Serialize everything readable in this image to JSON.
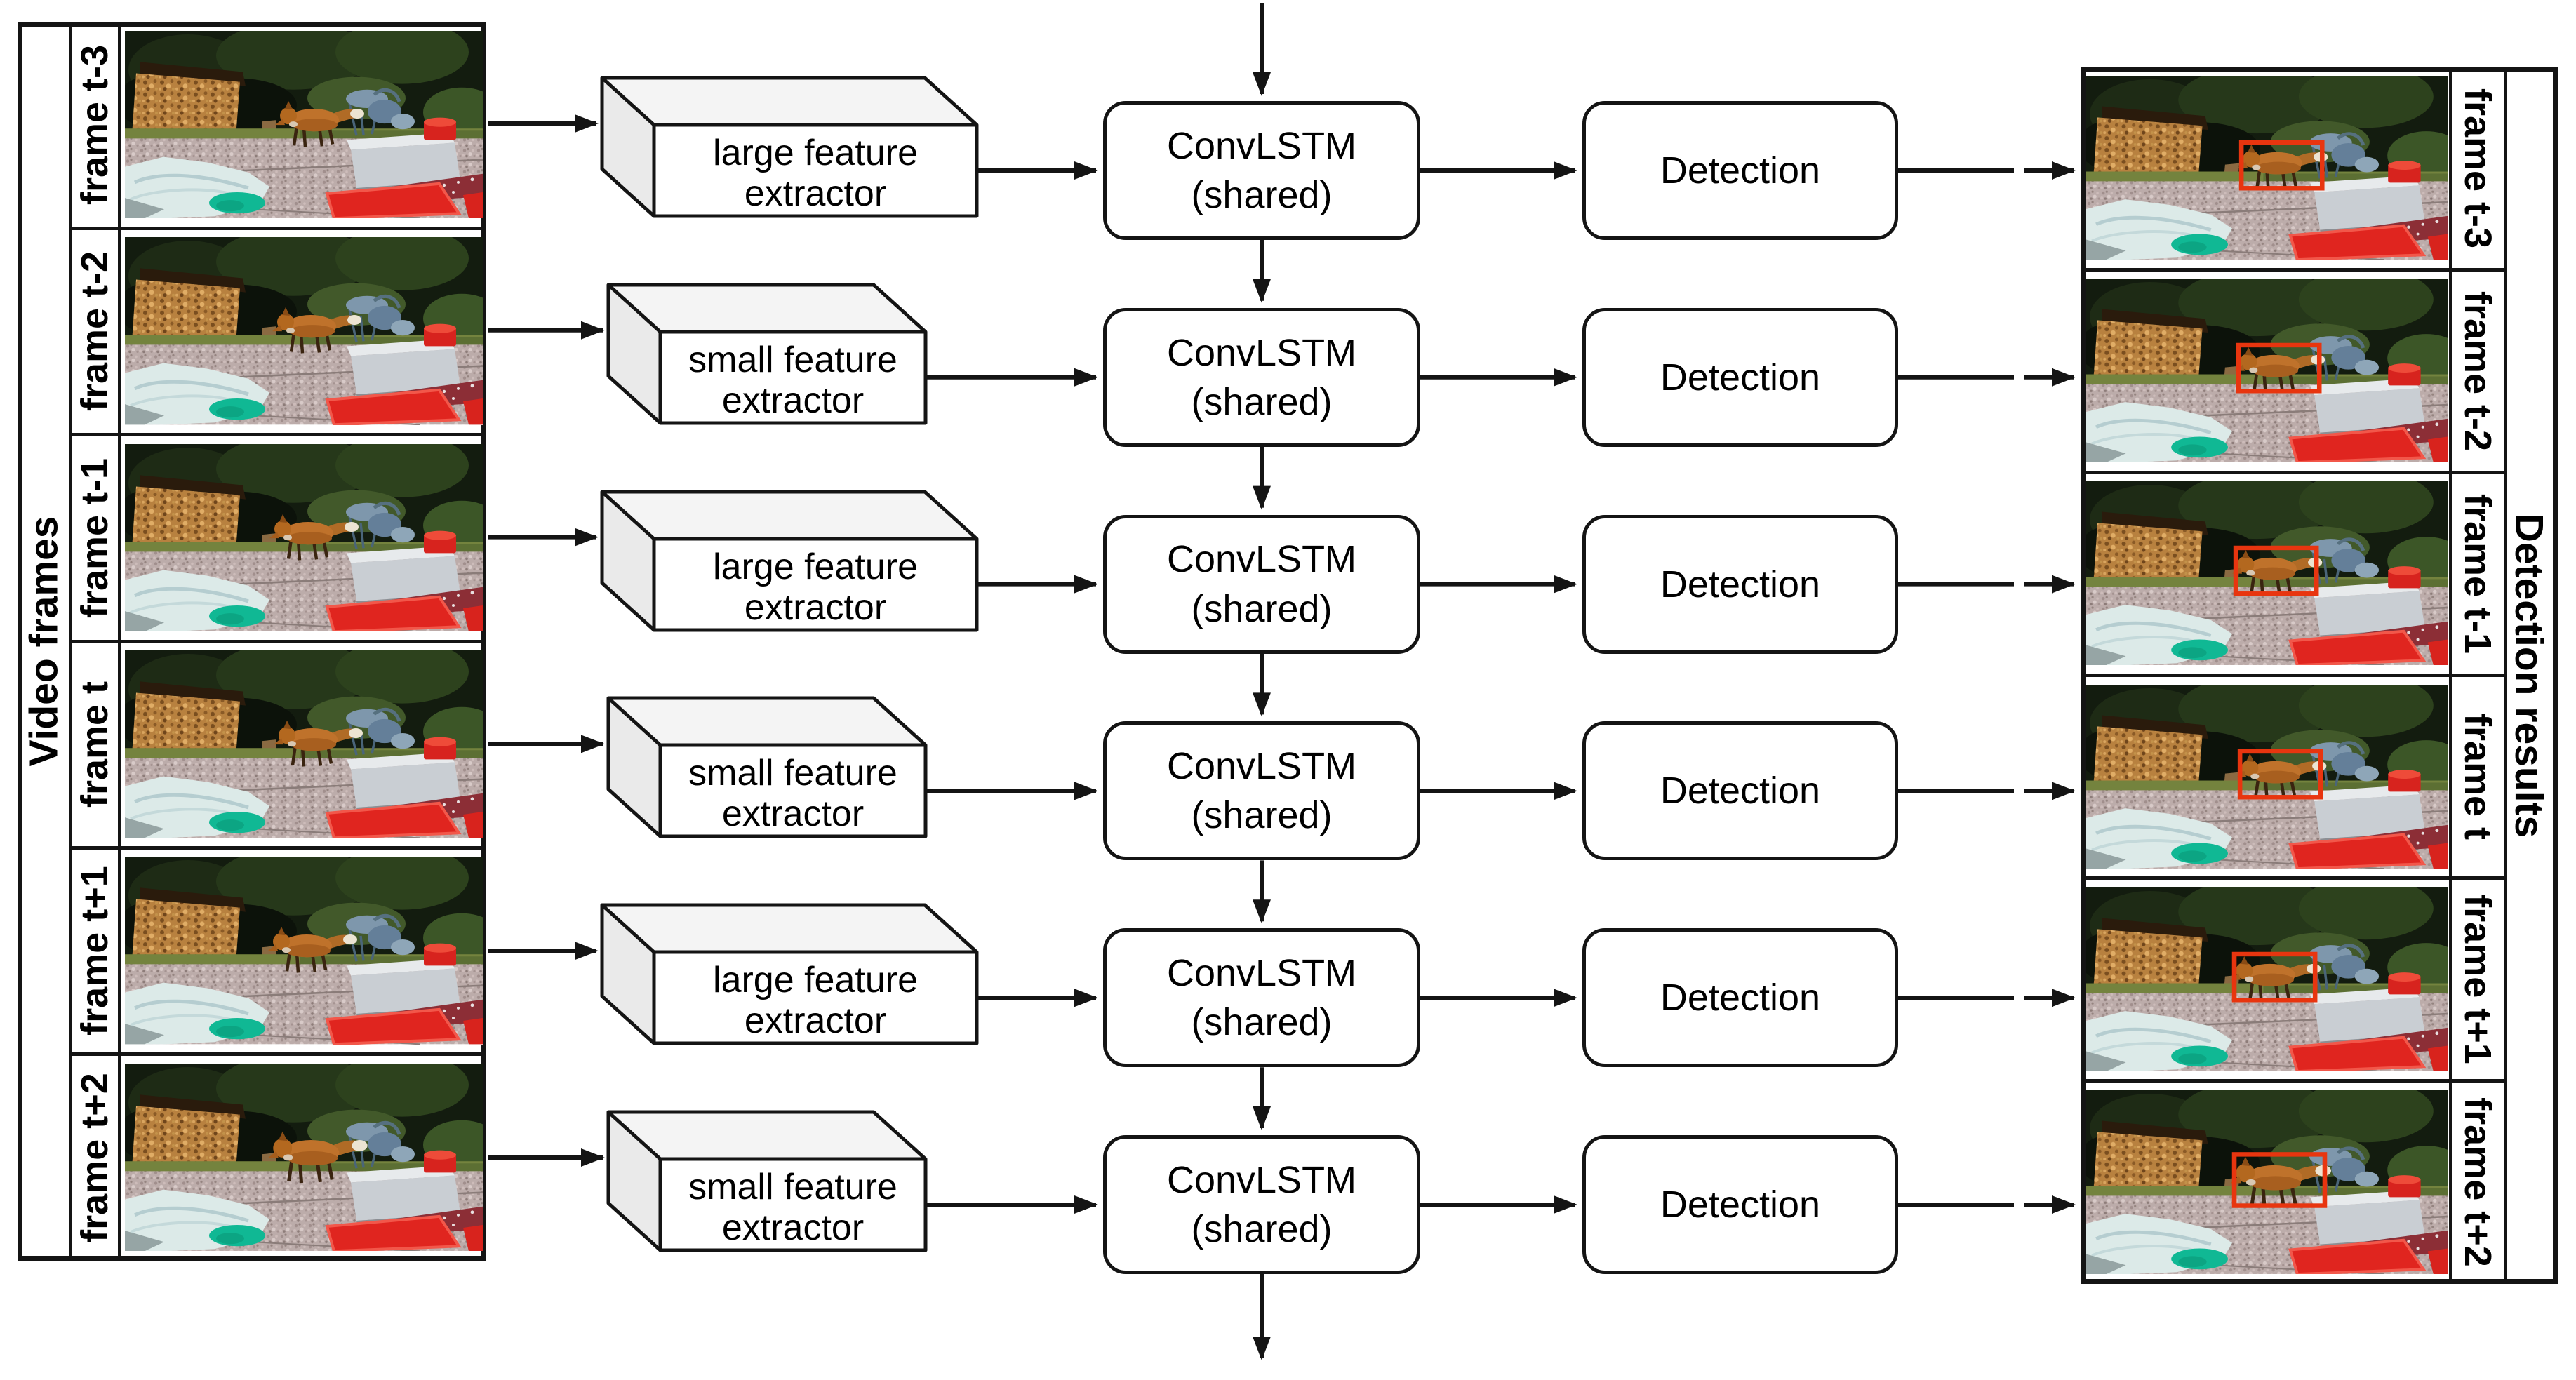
{
  "left_panel": {
    "title": "Video frames",
    "frames": [
      "frame t-3",
      "frame t-2",
      "frame t-1",
      "frame t",
      "frame t+1",
      "frame t+2"
    ]
  },
  "right_panel": {
    "title": "Detection results",
    "frames": [
      "frame t-3",
      "frame t-2",
      "frame t-1",
      "frame t",
      "frame t+1",
      "frame t+2"
    ]
  },
  "pipeline": {
    "rows": [
      {
        "extractor_lines": [
          "large feature",
          "extractor"
        ],
        "extractor_size": "large",
        "convlstm_lines": [
          "ConvLSTM",
          "(shared)"
        ],
        "detection_label": "Detection"
      },
      {
        "extractor_lines": [
          "small feature",
          "extractor"
        ],
        "extractor_size": "small",
        "convlstm_lines": [
          "ConvLSTM",
          "(shared)"
        ],
        "detection_label": "Detection"
      },
      {
        "extractor_lines": [
          "large feature",
          "extractor"
        ],
        "extractor_size": "large",
        "convlstm_lines": [
          "ConvLSTM",
          "(shared)"
        ],
        "detection_label": "Detection"
      },
      {
        "extractor_lines": [
          "small feature",
          "extractor"
        ],
        "extractor_size": "small",
        "convlstm_lines": [
          "ConvLSTM",
          "(shared)"
        ],
        "detection_label": "Detection"
      },
      {
        "extractor_lines": [
          "large feature",
          "extractor"
        ],
        "extractor_size": "large",
        "convlstm_lines": [
          "ConvLSTM",
          "(shared)"
        ],
        "detection_label": "Detection"
      },
      {
        "extractor_lines": [
          "small feature",
          "extractor"
        ],
        "extractor_size": "small",
        "convlstm_lines": [
          "ConvLSTM",
          "(shared)"
        ],
        "detection_label": "Detection"
      }
    ]
  },
  "colors": {
    "line": "#141414",
    "detection_bbox": "#e8350f",
    "box_front": "#ffffff",
    "box_top": "#f4f4f4",
    "box_side": "#eaeaea"
  }
}
